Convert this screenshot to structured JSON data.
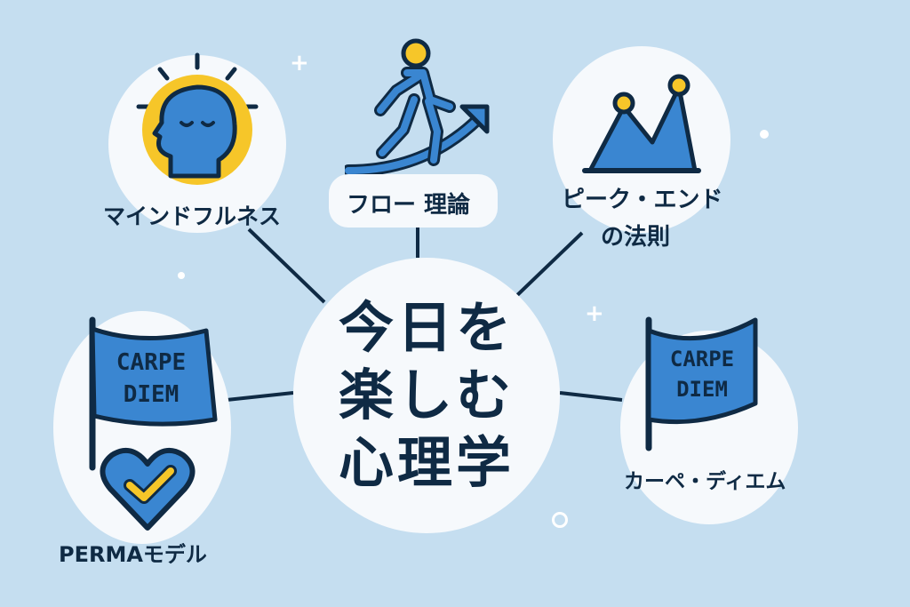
{
  "center": {
    "lines": [
      "今日を",
      "楽しむ",
      "心理学"
    ]
  },
  "topics": [
    {
      "id": "mindfulness",
      "label": "マインドフルネス",
      "icon": "meditating-head-icon"
    },
    {
      "id": "flow",
      "label": "フロー 理論",
      "icon": "climbing-person-icon"
    },
    {
      "id": "peak_end",
      "label_lines": [
        "ピーク・エンド",
        "の法則"
      ],
      "icon": "peak-graph-icon"
    },
    {
      "id": "perma",
      "label": "PERMAモデル",
      "icon": "flag-heart-icon",
      "flag_lines": [
        "CARPE",
        "DIEM"
      ]
    },
    {
      "id": "carpe_diem",
      "label": "カーペ・ディエム",
      "icon": "flag-icon",
      "flag_lines": [
        "CARPE",
        "DIEM"
      ]
    }
  ],
  "colors": {
    "background": "#c5def0",
    "bubble": "#f6f9fc",
    "blue": "#3a86d1",
    "navy": "#0f2a44",
    "yellow": "#f6c629"
  }
}
